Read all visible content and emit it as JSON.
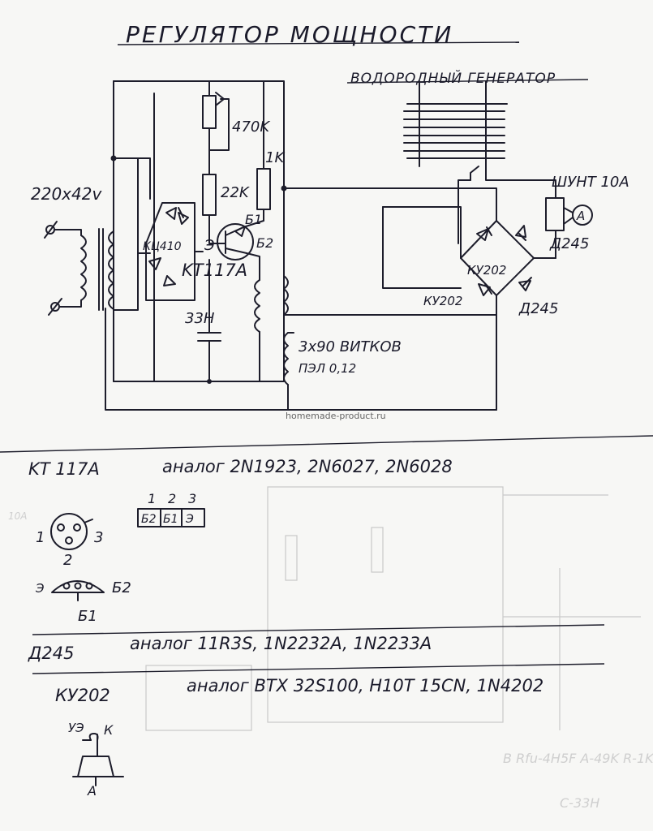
{
  "title": "РЕГУЛЯТОР МОЩНОСТИ",
  "schematic": {
    "transformer_label": "220x42v",
    "bridge_label": "КЦ410",
    "r_var_label": "470K",
    "r22_label": "22K",
    "r1k_label": "1K",
    "transistor_label": "KT117A",
    "pin_e": "Э",
    "pin_b1": "Б1",
    "pin_b2": "Б2",
    "cap_label": "33H",
    "generator_label": "ВОДОРОДНЫЙ ГЕНЕРАТОР",
    "shunt_label": "ШУНТ 10А",
    "ammeter_label": "A",
    "bridge_d245_top": "Д245",
    "ky202_upper": "КУ202",
    "ky202_lower": "КУ202",
    "d245_lower": "Д245",
    "winding_label": "3х90 ВИТКОВ",
    "wire_label": "ПЭЛ 0,12",
    "watermark": "homemade-product.ru"
  },
  "notes": {
    "kt117_title": "KT 117A",
    "kt117_analog": "аналог 2N1923, 2N6027, 2N6028",
    "pin_numbers": [
      "1",
      "2",
      "3"
    ],
    "pin_boxes": [
      "Б2",
      "Б1",
      "Э"
    ],
    "pinout_left": "1",
    "pinout_right": "3",
    "pinout_bottom": "2",
    "side_e": "Э",
    "side_b2": "Б2",
    "bottom_b1": "Б1",
    "d245_title": "Д245",
    "d245_analog": "аналог 11R3S, 1N2232A, 1N2233A",
    "ky202_title": "КУ202",
    "ky202_analog": "аналог BTX 32S100, H10T 15CN, 1N4202",
    "ky202_ue": "УЭ",
    "ky202_k": "К",
    "ky202_a": "А"
  }
}
